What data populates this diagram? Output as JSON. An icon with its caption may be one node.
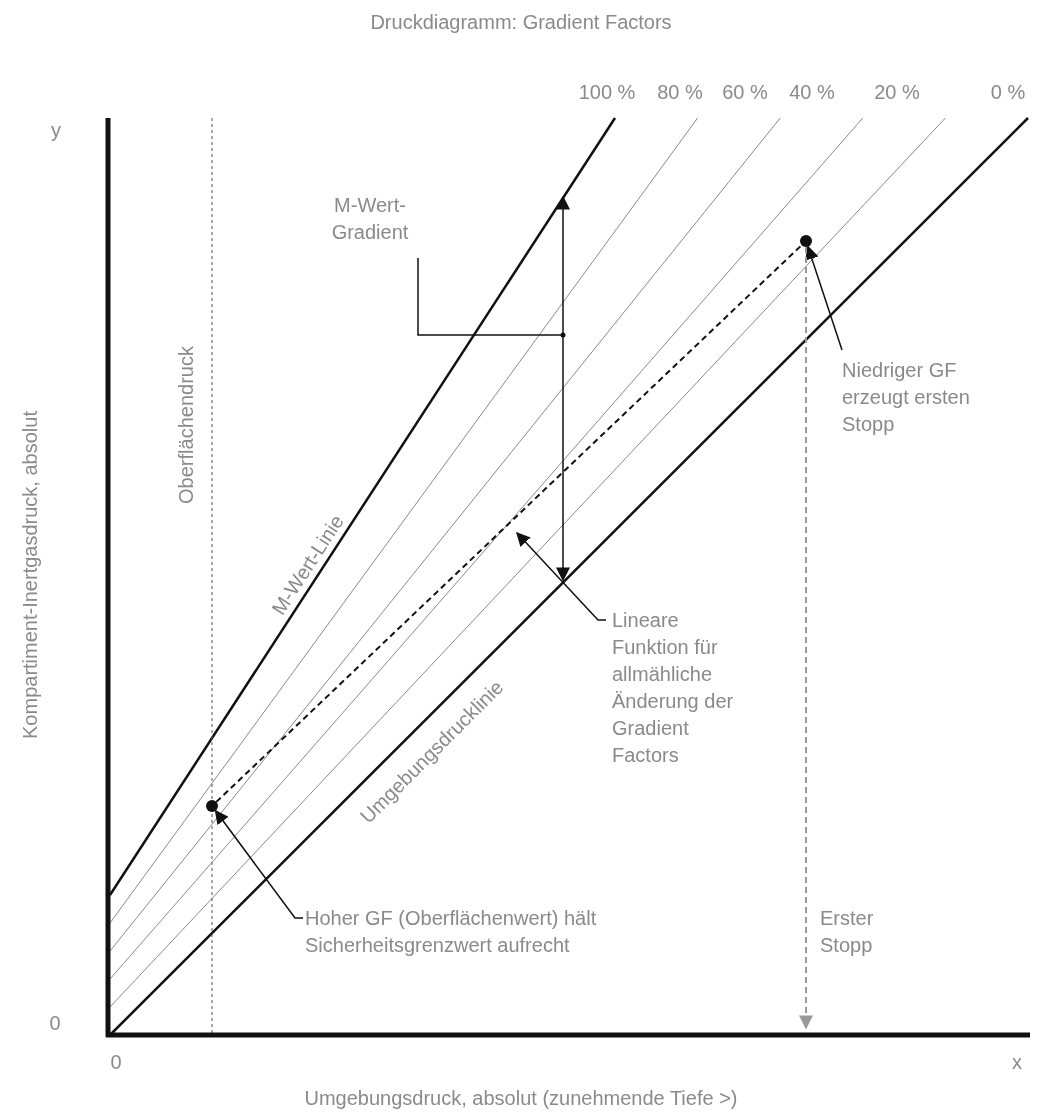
{
  "diagram": {
    "title": "Druckdiagramm: Gradient Factors",
    "nodes": [
      {
        "text": [
          "M-Wert-Gradient"
        ]
      },
      {
        "text": [
          "Niedriger GF erzeugt ersten Stopp"
        ]
      },
      {
        "text": [
          "Lineare Funktion für allmähliche Änderung der Gradient Factors"
        ]
      },
      {
        "text": [
          "Hoher GF (Oberflächenwert) hält Sicherheitsgrenzwert aufrecht"
        ]
      },
      {
        "text": [],
        "shape": "circle"
      },
      {
        "text": [],
        "shape": "circle"
      }
    ],
    "edges": [
      {
        "from": 0,
        "to": null,
        "arrow": "other"
      },
      {
        "from": 1,
        "to": 5,
        "arrow": "to"
      },
      {
        "from": 2,
        "to": null,
        "arrow": "to"
      },
      {
        "from": 3,
        "to": 4,
        "arrow": "to"
      },
      {
        "from": 4,
        "to": 5,
        "arrow": "none",
        "style": "dashed"
      },
      {
        "from": 5,
        "to": null,
        "arrow": "to",
        "style": "dashed",
        "color": "#999999"
      }
    ],
    "labels": [
      "100 %",
      "80 %",
      "60 %",
      "40 %",
      "20 %",
      "0 %",
      "y",
      "Kompartiment-Inertgasdruck, absolut",
      "Oberflächendruck",
      "M-Wert-Linie",
      "Umgebungsdrucklinie",
      "Erster Stopp",
      "0",
      "0",
      "x",
      "Umgebungsdruck, absolut (zunehmende Tiefe >)"
    ]
  }
}
